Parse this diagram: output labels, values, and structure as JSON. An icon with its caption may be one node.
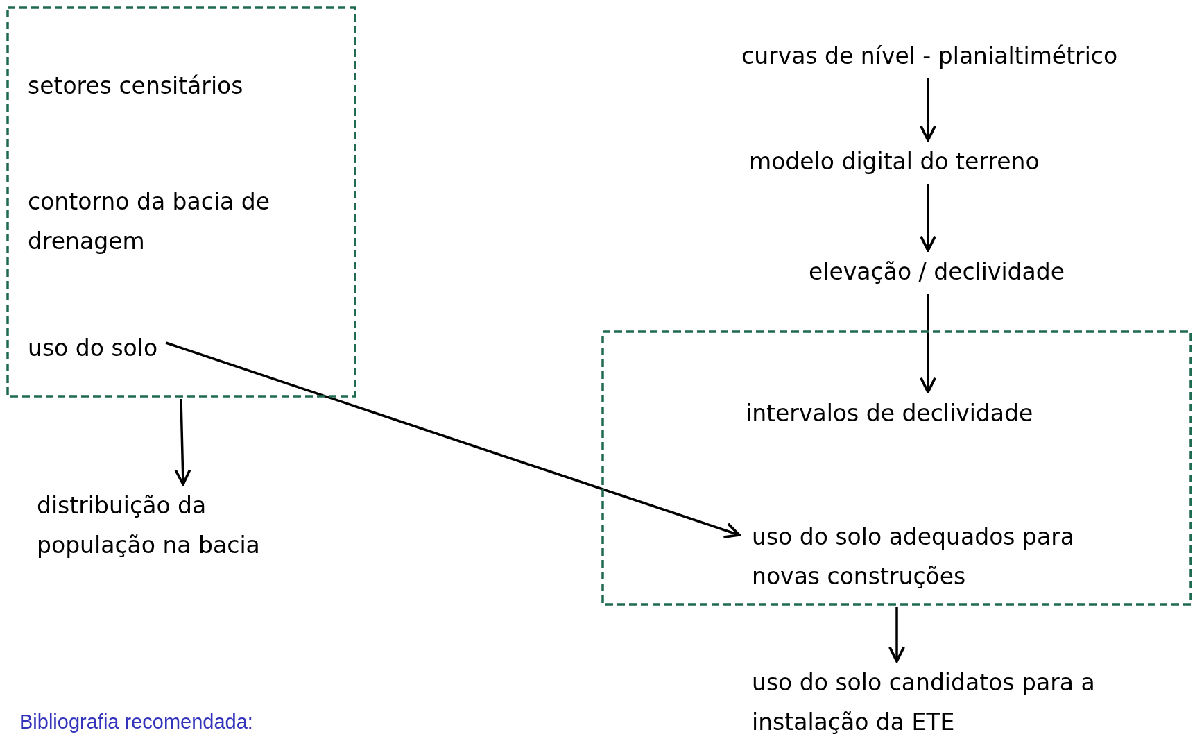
{
  "diagram": {
    "nodes": [
      {
        "text": [],
        "shape": "box"
      },
      {
        "text": [
          "setores censitários"
        ],
        "in": 0
      },
      {
        "text": [
          "contorno da bacia de drenagem"
        ],
        "in": 0
      },
      {
        "text": [
          "uso do solo"
        ],
        "in": 0
      },
      {
        "text": [
          "distribuição da população na bacia"
        ]
      },
      {
        "text": [
          "curvas de nível - planialtimétrico"
        ]
      },
      {
        "text": [
          "modelo digital do terreno"
        ]
      },
      {
        "text": [
          "elevação / declividade"
        ]
      },
      {
        "text": [],
        "shape": "box"
      },
      {
        "text": [
          "intervalos de declividade"
        ],
        "in": 8
      },
      {
        "text": [
          "uso do solo adequados para novas construções"
        ],
        "in": 8
      },
      {
        "text": [
          "uso do solo candidatos para a instalação da ETE"
        ]
      }
    ],
    "edges": [
      {
        "from": 0,
        "to": 4,
        "arrow": "to"
      },
      {
        "from": 3,
        "to": 10,
        "arrow": "to"
      },
      {
        "from": 5,
        "to": 6,
        "arrow": "to"
      },
      {
        "from": 6,
        "to": 7,
        "arrow": "to"
      },
      {
        "from": 7,
        "to": 9,
        "arrow": "to"
      },
      {
        "from": 8,
        "to": 11,
        "arrow": "to"
      }
    ],
    "labels": [
      "Bibliografia recomendada:"
    ]
  }
}
